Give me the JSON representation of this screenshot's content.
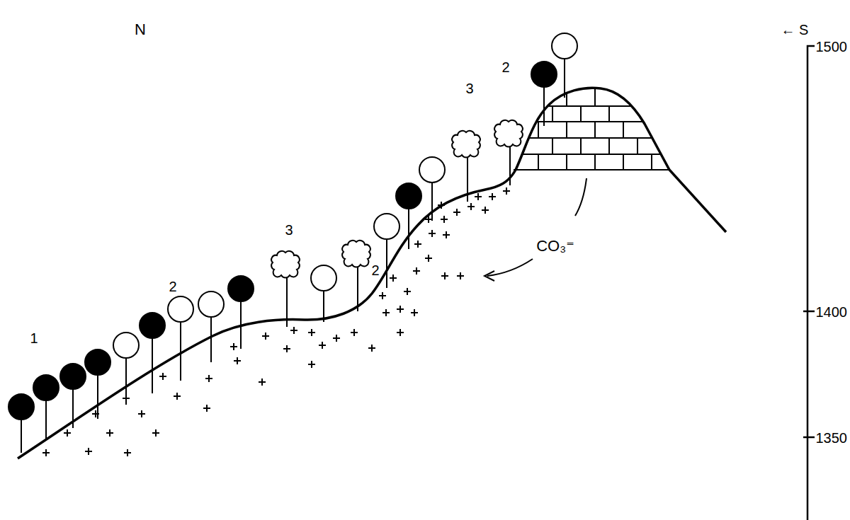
{
  "diagram": {
    "labels": [
      "N",
      "← S",
      "2",
      "1500",
      "3",
      "2",
      "3",
      "CO₃⁼",
      "1400",
      "2",
      "1",
      "1350"
    ]
  }
}
